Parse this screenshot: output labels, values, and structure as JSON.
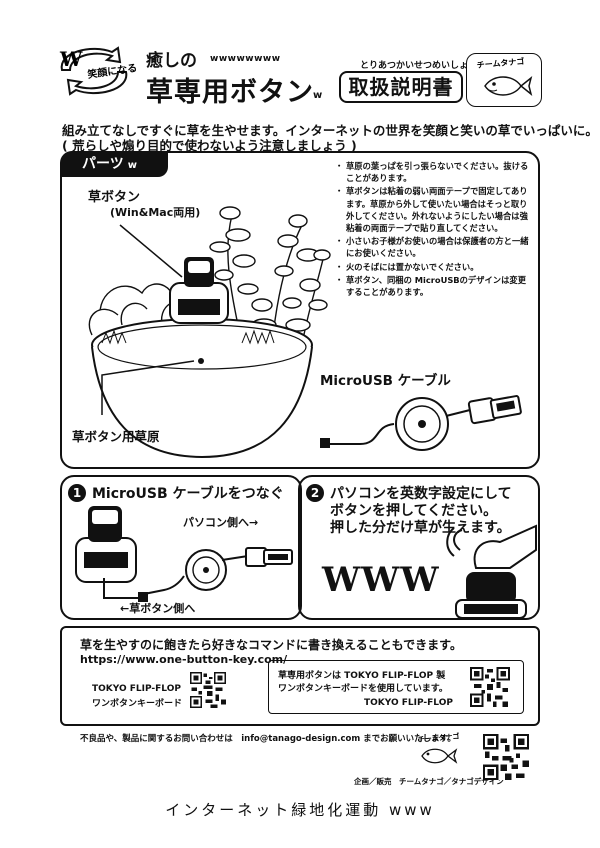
{
  "header": {
    "logo_letter": "W",
    "logo_text": "笑顔になる",
    "title_small": "癒しの",
    "title_w": "wwwwwwww",
    "title_main": "草専用ボタン",
    "title_w_suffix": "w",
    "manual_ruby": "とりあつかいせつめいしょ",
    "manual_title": "取扱説明書",
    "team_logo_text": "チームタナゴ"
  },
  "intro": {
    "line1": "組み立てなしですぐに草を生やせます。インターネットの世界を笑顔と笑いの草でいっぱいに。",
    "line2": "( 荒らしや煽り目的で使わないよう注意しましょう )"
  },
  "parts": {
    "tab": "パーツ",
    "tab_w": "w",
    "button_label": "草ボタン",
    "button_sub": "(Win&Mac両用)",
    "grass_label": "草ボタン用草原",
    "cable_label": "MicroUSB ケーブル",
    "notes": [
      "草原の葉っぱを引っ張らないでください。抜けることがあります。",
      "草ボタンは粘着の弱い両面テープで固定してあります。草原から外して使いたい場合はそっと取り外してください。外れないようにしたい場合は強粘着の両面テープで貼り直してください。",
      "小さいお子様がお使いの場合は保護者の方と一緒にお使いください。",
      "火のそばには置かないでください。",
      "草ボタン、同梱の MicroUSBのデザインは変更することがあります。"
    ]
  },
  "step1": {
    "number": "1",
    "title": "MicroUSB ケーブルをつなぐ",
    "pc_side": "パソコン側へ→",
    "button_side": "←草ボタン側へ"
  },
  "step2": {
    "number": "2",
    "line1": "パソコンを英数字設定にして",
    "line2": "ボタンを押してください。",
    "line3": "押した分だけ草が生えます。",
    "www": "WWW"
  },
  "info": {
    "line1": "草を生やすのに飽きたら好きなコマンドに書き換えることもできます。",
    "url": "https://www.one-button-key.com/",
    "keyboard_name1": "TOKYO FLIP-FLOP",
    "keyboard_name2": "ワンボタンキーボード",
    "inner_line1": "草専用ボタンは TOKYO FLIP-FLOP 製",
    "inner_line2": "ワンボタンキーボードを使用しています。",
    "inner_line3": "TOKYO FLIP-FLOP"
  },
  "contact": {
    "text": "不良品や、製品に関するお問い合わせは　info@tanago-design.com までお願いいたします。",
    "team_logo": "チームタナゴ",
    "credit": "企画／販売　チームタナゴ／タナゴデザイン"
  },
  "footer": "インターネット緑地化運動 www"
}
